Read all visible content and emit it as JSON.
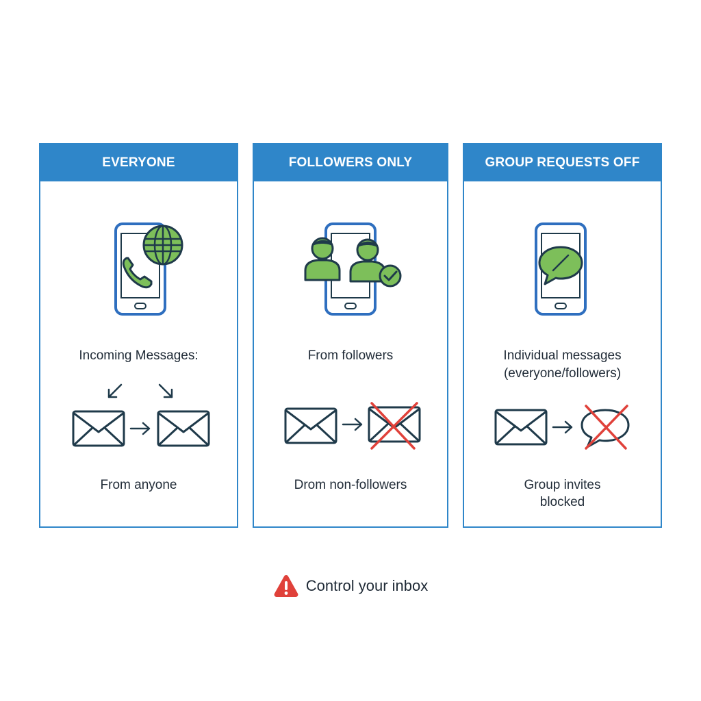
{
  "panels": [
    {
      "title": "EVERYONE",
      "caption": "Incoming Messages:",
      "result": "From anyone",
      "icons": [
        "phone-icon",
        "globe-icon",
        "call-icon",
        "envelope-icon",
        "arrow-right-icon",
        "envelope-icon"
      ]
    },
    {
      "title": "FOLLOWERS ONLY",
      "caption": "From followers",
      "result": "Drom non-followers",
      "icons": [
        "phone-icon",
        "user-icon",
        "verified-user-icon",
        "envelope-icon",
        "arrow-right-icon",
        "blocked-envelope-icon"
      ]
    },
    {
      "title": "GROUP REQUESTS OFF",
      "caption_line1": "Individual messages",
      "caption_line2": "(everyone/followers)",
      "result_line1": "Group invites",
      "result_line2": "blocked",
      "icons": [
        "phone-icon",
        "chat-bubble-icon",
        "envelope-icon",
        "arrow-right-icon",
        "blocked-chat-icon"
      ]
    }
  ],
  "footer": {
    "text": "Control your inbox",
    "icon": "warning-icon"
  },
  "colors": {
    "header_blue": "#2f86c9",
    "phone_blue": "#2f6fbf",
    "icon_green": "#7dbf5a",
    "outline_dark": "#1f3a4a",
    "block_red": "#e0413a"
  }
}
